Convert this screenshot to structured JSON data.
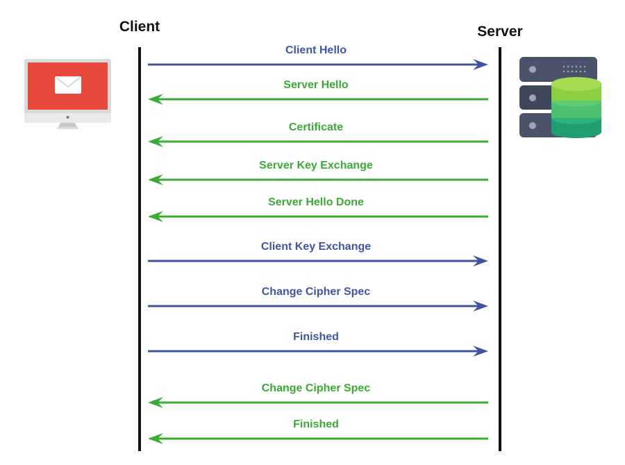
{
  "client": {
    "label": "Client"
  },
  "server": {
    "label": "Server"
  },
  "colors": {
    "client_to_server": "#3f55a3",
    "server_to_client": "#3aaa35",
    "lifeline": "#111111"
  },
  "icons": {
    "client": "computer-monitor-mail-icon",
    "server": "server-database-icon"
  },
  "messages": [
    {
      "label": "Client Hello",
      "direction": "client_to_server"
    },
    {
      "label": "Server Hello",
      "direction": "server_to_client"
    },
    {
      "label": "Certificate",
      "direction": "server_to_client"
    },
    {
      "label": "Server Key Exchange",
      "direction": "server_to_client"
    },
    {
      "label": "Server Hello Done",
      "direction": "server_to_client"
    },
    {
      "label": "Client Key Exchange",
      "direction": "client_to_server"
    },
    {
      "label": "Change Cipher Spec",
      "direction": "client_to_server"
    },
    {
      "label": "Finished",
      "direction": "client_to_server"
    },
    {
      "label": "Change Cipher Spec",
      "direction": "server_to_client"
    },
    {
      "label": "Finished",
      "direction": "server_to_client"
    }
  ]
}
